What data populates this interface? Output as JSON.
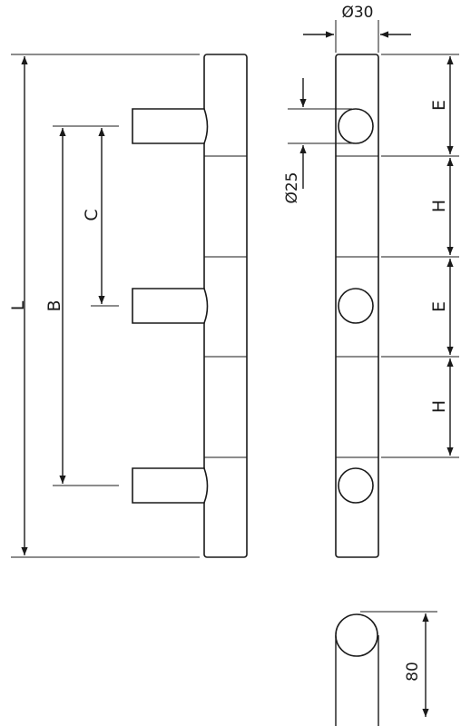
{
  "drawing": {
    "side_view": {
      "length_label": "L",
      "centers_label": "B",
      "half_centers_label": "C"
    },
    "front_view": {
      "bar_diameter_label": "Ø30",
      "post_diameter_label": "Ø25",
      "segments": [
        {
          "label": "E"
        },
        {
          "label": "H"
        },
        {
          "label": "E"
        },
        {
          "label": "H"
        }
      ]
    },
    "detail_view": {
      "height_label": "80"
    }
  }
}
